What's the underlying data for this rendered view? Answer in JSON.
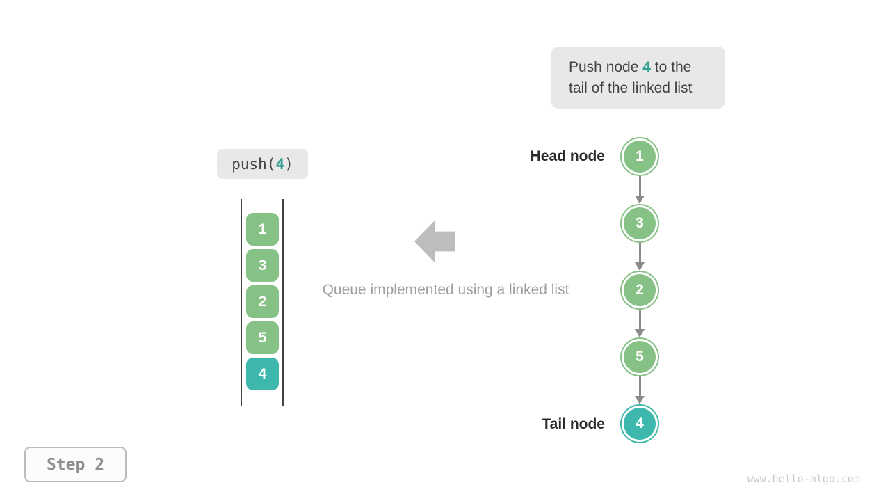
{
  "callout": {
    "line1_pre": "Push node ",
    "line1_accent": "4",
    "line1_post": " to the",
    "line2": "tail of the linked list"
  },
  "push_label": {
    "pre": "push(",
    "accent": "4",
    "post": ")"
  },
  "queue_stack": {
    "items": [
      {
        "value": "1",
        "type": "green"
      },
      {
        "value": "3",
        "type": "green"
      },
      {
        "value": "2",
        "type": "green"
      },
      {
        "value": "5",
        "type": "green"
      },
      {
        "value": "4",
        "type": "teal"
      }
    ]
  },
  "caption": "Queue implemented using a linked list",
  "linked_list": {
    "head_label": "Head node",
    "tail_label": "Tail node",
    "nodes": [
      {
        "value": "1",
        "type": "green"
      },
      {
        "value": "3",
        "type": "green"
      },
      {
        "value": "2",
        "type": "green"
      },
      {
        "value": "5",
        "type": "green"
      },
      {
        "value": "4",
        "type": "teal"
      }
    ]
  },
  "step_badge": "Step 2",
  "watermark": "www.hello-algo.com",
  "colors": {
    "green": "#86c186",
    "teal": "#3eb8ac",
    "accent_text": "#339e92",
    "callout_bg": "#e8e8e8",
    "dark_text": "#424242",
    "label_dark": "#2b2b2b",
    "rail_color": "#424242",
    "block_arrow": "#bdbdbd",
    "connector_gray": "#8a8a8a",
    "caption_gray": "#9e9e9e",
    "step_gray": "#8f8f8f",
    "watermark_gray": "#c9c9c9"
  }
}
